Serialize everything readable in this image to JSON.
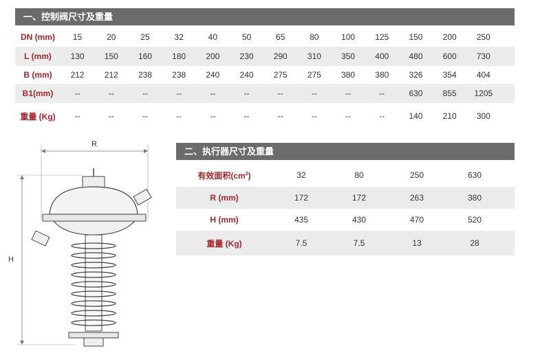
{
  "valve": {
    "title": "一、控制阀尺寸及重量",
    "rows": [
      {
        "label": "DN (mm)",
        "values": [
          "15",
          "20",
          "25",
          "32",
          "40",
          "50",
          "65",
          "80",
          "100",
          "125",
          "150",
          "200",
          "250"
        ]
      },
      {
        "label": "L  (mm)",
        "values": [
          "130",
          "150",
          "160",
          "180",
          "200",
          "230",
          "290",
          "310",
          "350",
          "400",
          "480",
          "600",
          "730"
        ]
      },
      {
        "label": "B  (mm)",
        "values": [
          "212",
          "212",
          "238",
          "238",
          "240",
          "240",
          "275",
          "275",
          "380",
          "380",
          "326",
          "354",
          "404"
        ]
      },
      {
        "label": "B1(mm)",
        "values": [
          "--",
          "--",
          "--",
          "--",
          "--",
          "--",
          "--",
          "--",
          "--",
          "--",
          "630",
          "855",
          "1205"
        ]
      },
      {
        "label": "重量 (Kg)",
        "values": [
          "--",
          "--",
          "--",
          "--",
          "--",
          "--",
          "--",
          "--",
          "--",
          "--",
          "140",
          "210",
          "300"
        ]
      }
    ]
  },
  "actuator": {
    "title": "二、执行器尺寸及重量",
    "area_label": "有效面积(cm",
    "area_sup": "2",
    "area_close": ")",
    "area_values": [
      "32",
      "80",
      "250",
      "630"
    ],
    "rows": [
      {
        "label": "R  (mm)",
        "values": [
          "172",
          "172",
          "263",
          "380"
        ]
      },
      {
        "label": "H  (mm)",
        "values": [
          "435",
          "430",
          "470",
          "520"
        ]
      },
      {
        "label": "重量 (Kg)",
        "values": [
          "7.5",
          "7.5",
          "13",
          "28"
        ]
      }
    ]
  },
  "drawing": {
    "r_label": "R",
    "h_label": "H"
  }
}
